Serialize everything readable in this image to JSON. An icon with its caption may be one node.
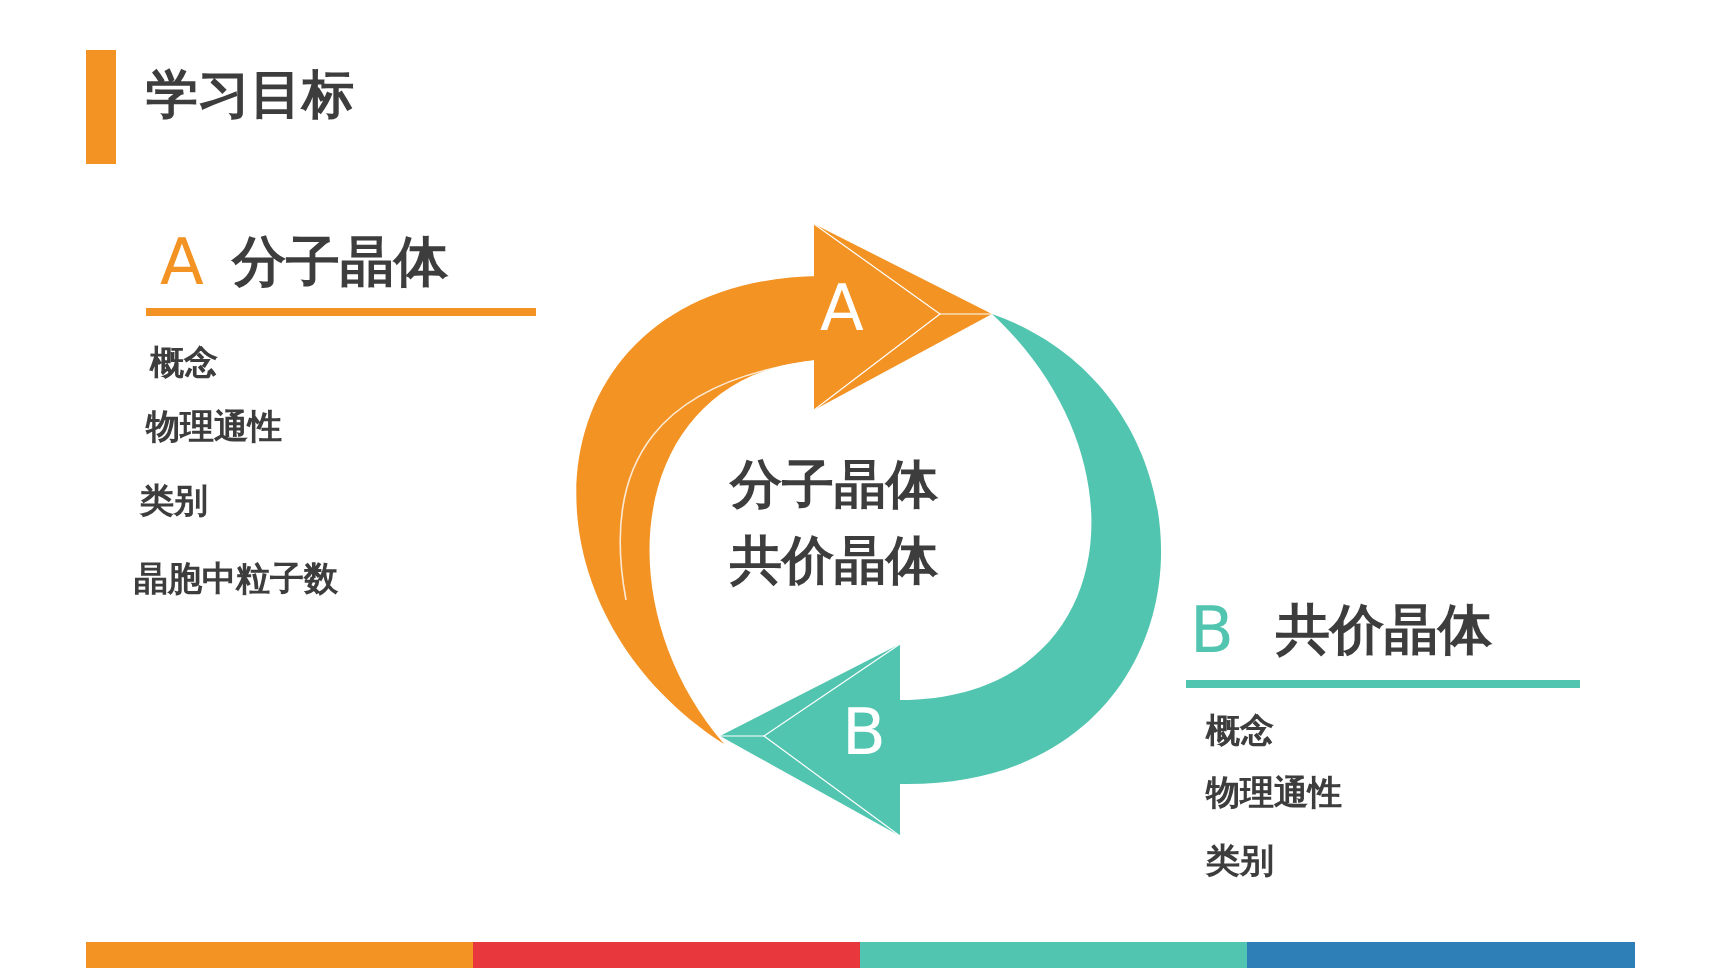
{
  "diagram": {
    "title": "学习目标",
    "labels": [
      "A",
      "分子晶体",
      "概念",
      "物理通性",
      "类别",
      "晶胞中粒子数",
      "A",
      "分子晶体",
      "共价晶体",
      "B",
      "B",
      "共价晶体",
      "概念",
      "物理通性",
      "类别"
    ]
  }
}
